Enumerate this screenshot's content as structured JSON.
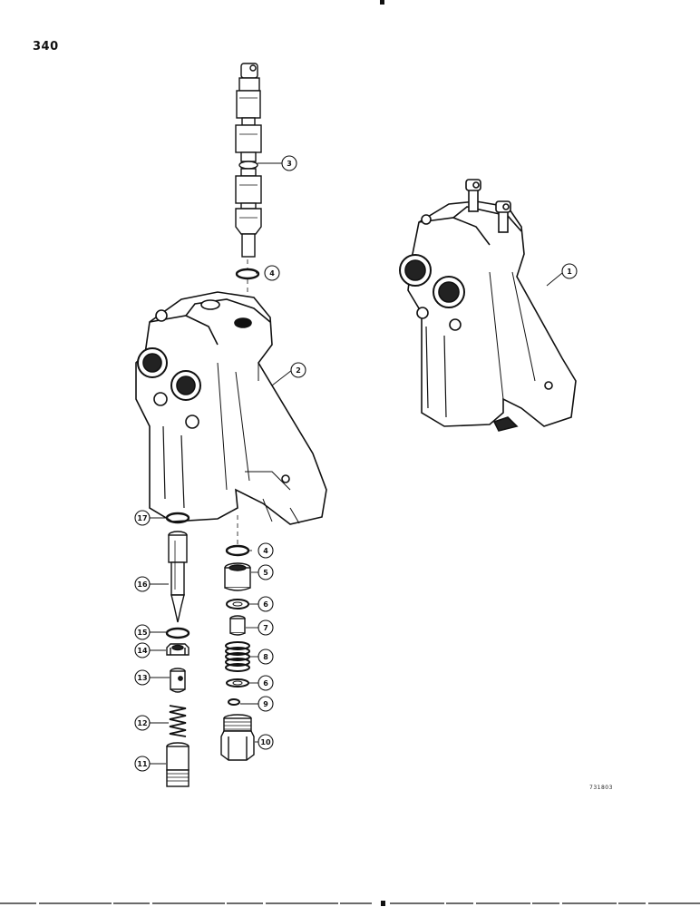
{
  "page": {
    "number": "340",
    "drawing_code": "731803"
  },
  "callouts": [
    {
      "id": "1",
      "label": "1"
    },
    {
      "id": "2",
      "label": "2"
    },
    {
      "id": "3",
      "label": "3"
    },
    {
      "id": "4a",
      "label": "4"
    },
    {
      "id": "4b",
      "label": "4"
    },
    {
      "id": "5",
      "label": "5"
    },
    {
      "id": "6a",
      "label": "6"
    },
    {
      "id": "6b",
      "label": "6"
    },
    {
      "id": "7",
      "label": "7"
    },
    {
      "id": "8",
      "label": "8"
    },
    {
      "id": "9",
      "label": "9"
    },
    {
      "id": "10",
      "label": "10"
    },
    {
      "id": "11",
      "label": "11"
    },
    {
      "id": "12",
      "label": "12"
    },
    {
      "id": "13",
      "label": "13"
    },
    {
      "id": "14",
      "label": "14"
    },
    {
      "id": "15",
      "label": "15"
    },
    {
      "id": "16",
      "label": "16"
    },
    {
      "id": "17",
      "label": "17"
    }
  ]
}
